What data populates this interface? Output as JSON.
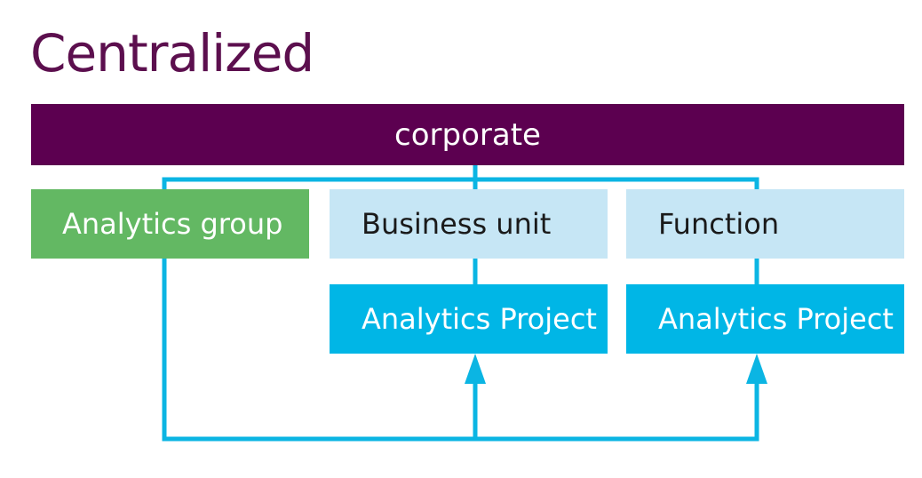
{
  "title": "Centralized",
  "colors": {
    "title": "#5c0f4e",
    "corporate": "#5c0050",
    "analytics_group": "#63b863",
    "unit_light": "#c6e6f5",
    "project": "#00b6e6",
    "connector": "#0bb5e3"
  },
  "nodes": {
    "corporate": "corporate",
    "analytics_group": "Analytics group",
    "business_unit": "Business unit",
    "function": "Function",
    "project_business_unit": "Analytics Project",
    "project_function": "Analytics Project"
  }
}
